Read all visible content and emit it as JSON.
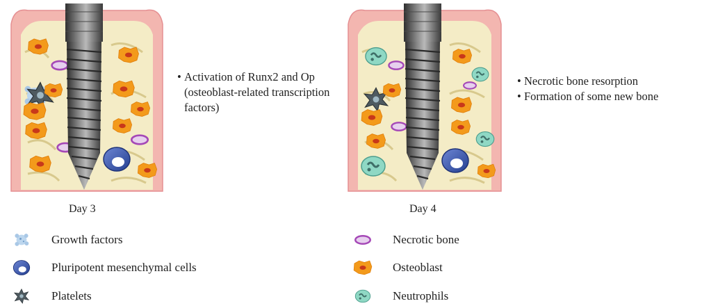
{
  "panels": [
    {
      "day_label": "Day 3",
      "bullets": [
        "Activation of Runx2 and Op (osteoblast-related transcription factors)"
      ]
    },
    {
      "day_label": "Day 4",
      "bullets": [
        "Necrotic bone resorption",
        "Formation of some new bone"
      ]
    }
  ],
  "legend_left": [
    {
      "icon": "growth-factors-icon",
      "label": "Growth factors"
    },
    {
      "icon": "mesenchymal-cell-icon",
      "label": "Pluripotent mesenchymal cells"
    },
    {
      "icon": "platelet-icon",
      "label": "Platelets"
    }
  ],
  "legend_right": [
    {
      "icon": "necrotic-bone-icon",
      "label": "Necrotic bone"
    },
    {
      "icon": "osteoblast-icon",
      "label": "Osteoblast"
    },
    {
      "icon": "neutrophil-icon",
      "label": "Neutrophils"
    }
  ],
  "colors": {
    "gum": "#f3b6b0",
    "gum_edge": "#e58f92",
    "bone": "#f4ecc6",
    "bone_line": "#d8c98d",
    "implant": "#555555",
    "osteoblast": "#f39a1b",
    "osteoblast_nucleus": "#c8381a",
    "necrotic_bone": "#a548b7",
    "mesenchymal": "#3b5aa8",
    "neutrophil": "#7cc9b5"
  }
}
